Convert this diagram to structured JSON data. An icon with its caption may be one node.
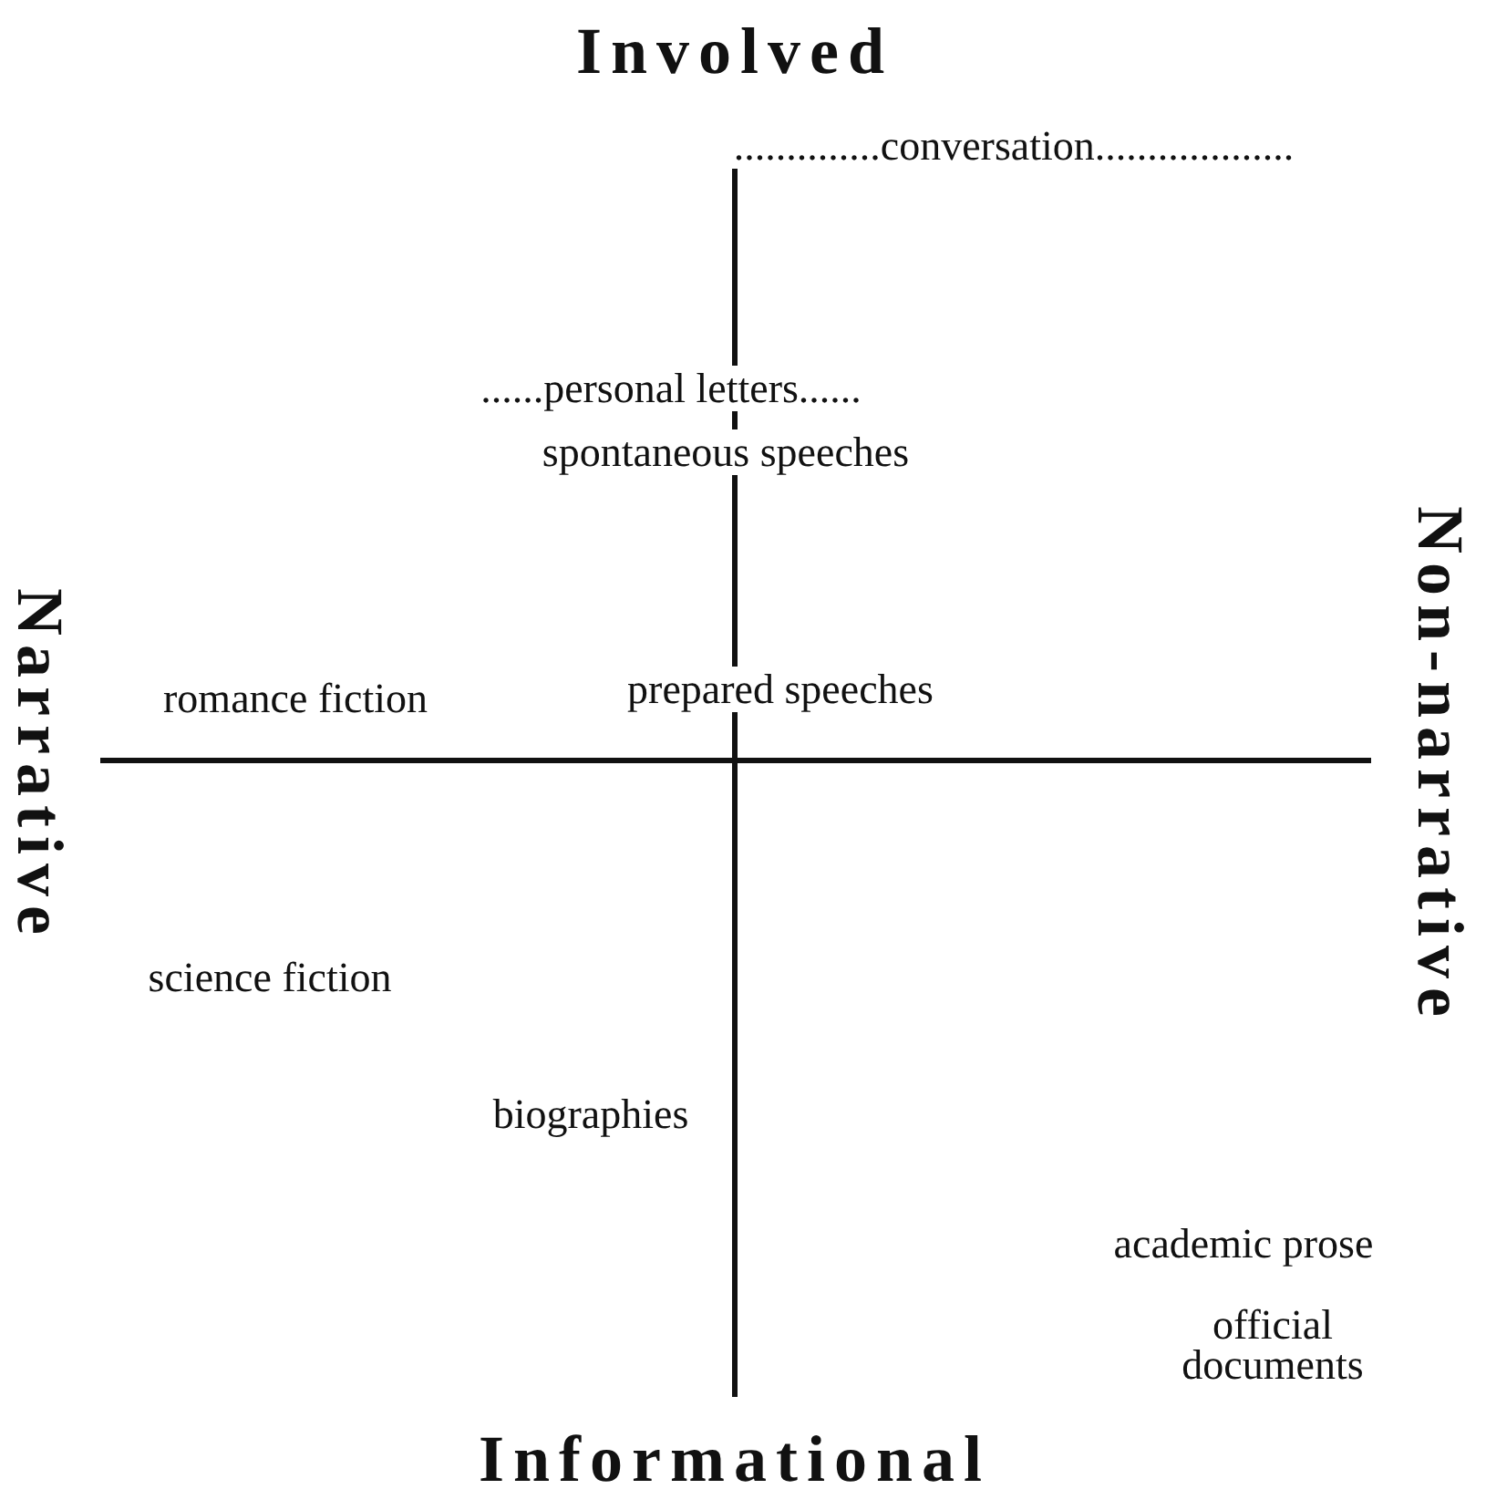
{
  "diagram": {
    "labels": [
      "Involved",
      "..............conversation...................",
      "......personal letters......",
      "spontaneous speeches",
      "Narrative",
      "Non-narrative",
      "romance fiction",
      "prepared speeches",
      "science fiction",
      "biographies",
      "academic prose",
      "official documents",
      "Informational"
    ]
  }
}
